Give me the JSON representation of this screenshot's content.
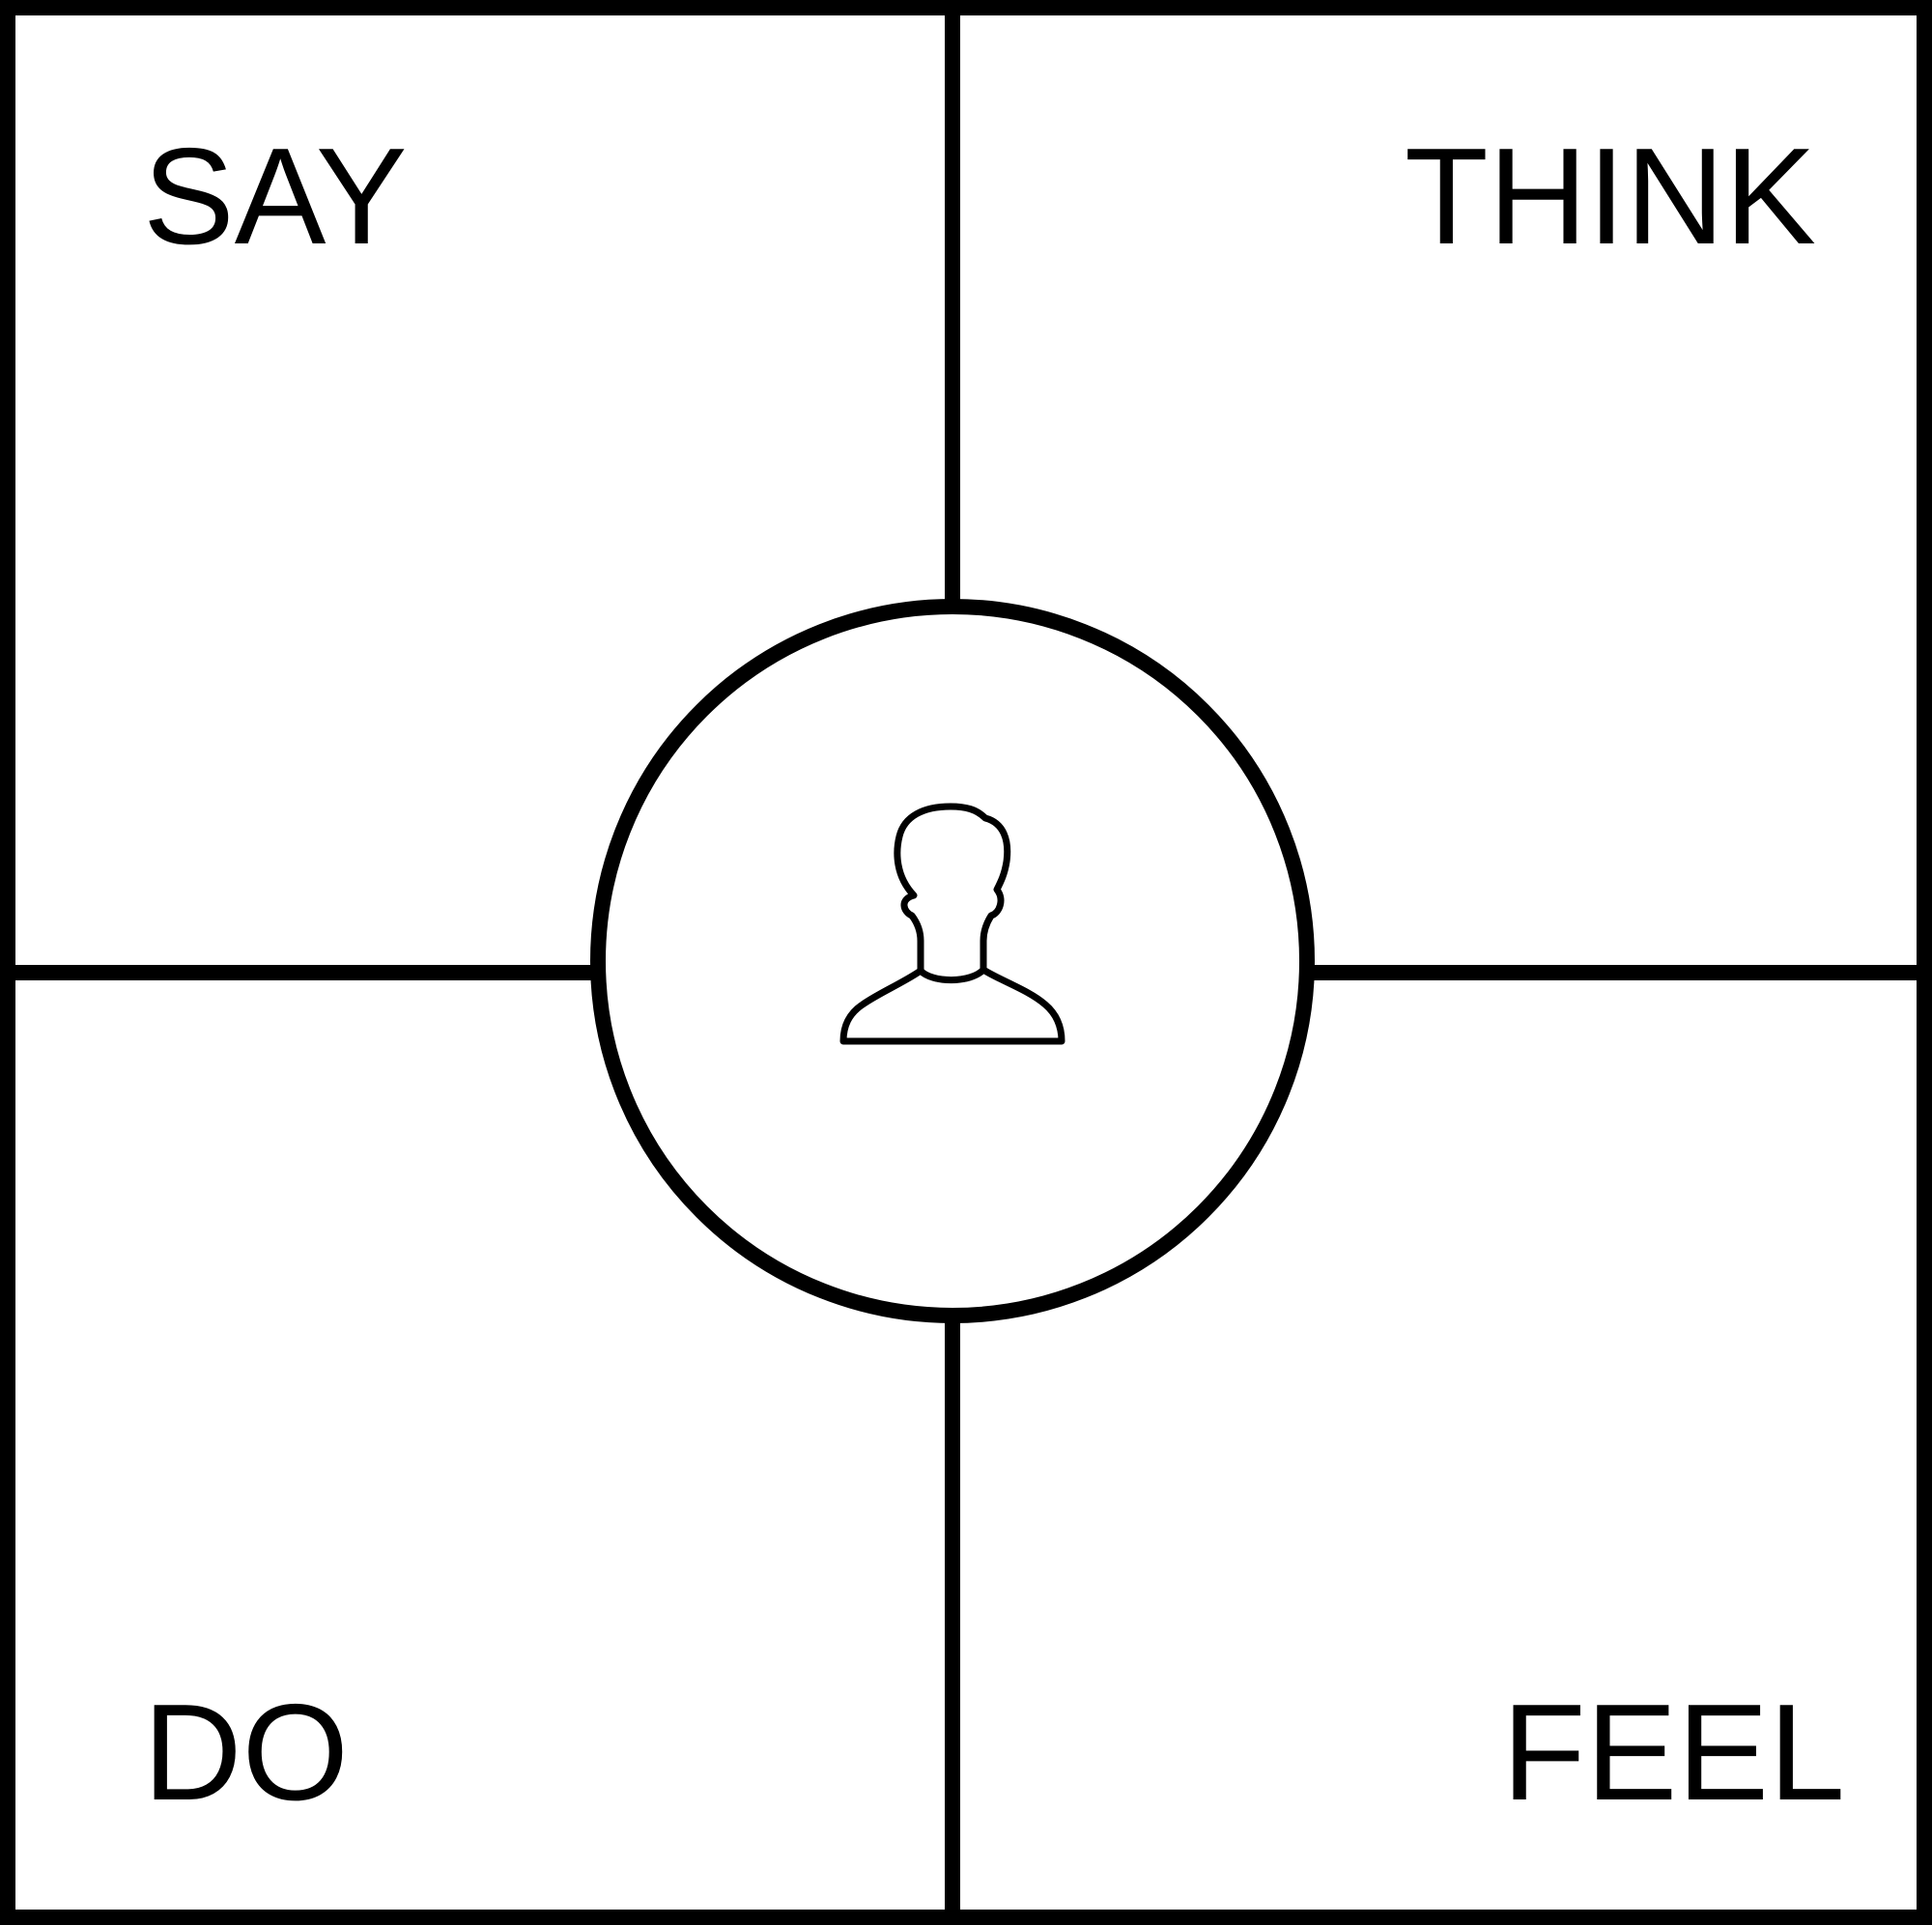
{
  "empathy_map": {
    "quadrants": {
      "say": "SAY",
      "think": "THINK",
      "do": "DO",
      "feel": "FEEL"
    },
    "center_icon": "user-silhouette-icon"
  },
  "colors": {
    "stroke": "#000000",
    "background": "#ffffff"
  }
}
